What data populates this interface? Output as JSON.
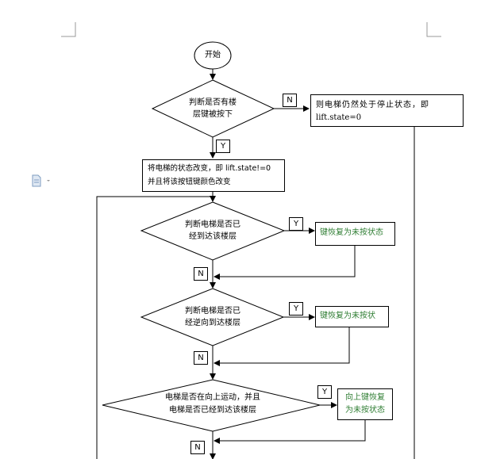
{
  "flowchart": {
    "start": "开始",
    "decision1": [
      "判断是否有楼",
      "层键被按下"
    ],
    "stop_state": [
      "则电梯仍然处于停止状态，即",
      "lift.state=0"
    ],
    "process1": [
      "将电梯的状态改变，即 lift.state!=0",
      "并且将该按钮键颜色改变"
    ],
    "decision2": [
      "判断电梯是否已",
      "经到达该楼层"
    ],
    "action2": "键恢复为未按状态",
    "decision3": [
      "判断电梯是否已",
      "经逆向到达楼层"
    ],
    "action3": "键恢复为未按状",
    "decision4": [
      "电梯是否在向上运动，并且",
      "电梯是否已经到达该楼层"
    ],
    "action4": [
      "向上键恢复",
      "为未按状态"
    ],
    "yes": "Y",
    "no": "N"
  },
  "colors": {
    "line": "#000000",
    "action_text": "#2e7d32",
    "crop_mark": "#999999"
  },
  "icons": {
    "document": "document-icon",
    "dropdown": "caret-down-icon"
  }
}
